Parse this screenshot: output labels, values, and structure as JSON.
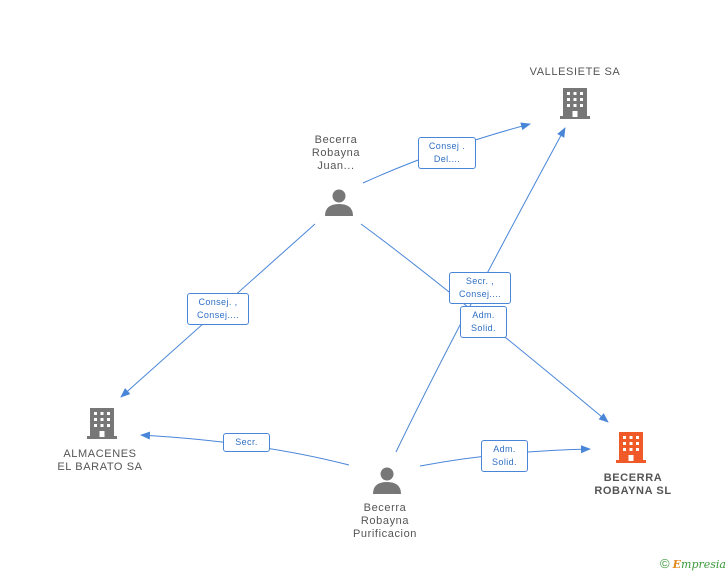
{
  "nodes": {
    "vallesiete": {
      "label": "VALLESIETE SA"
    },
    "juan": {
      "label": "Becerra\nRobayna\nJuan..."
    },
    "almacenes": {
      "label": "ALMACENES\nEL BARATO SA"
    },
    "purificacion": {
      "label": "Becerra\nRobayna\nPurificacion"
    },
    "becerra_sl": {
      "label": "BECERRA\nROBAYNA SL"
    }
  },
  "edges": {
    "juan_vallesiete": "Consej .\nDel....",
    "juan_almacenes": "Consej. ,\nConsej....",
    "juan_becerra": "Secr. ,\nConsej....",
    "pur_vallesiete": "Adm.\nSolid.",
    "pur_almacenes": "Secr.",
    "pur_becerra": "Adm.\nSolid."
  },
  "colors": {
    "edge": "#4a86d8",
    "icon": "#777777",
    "focus_icon": "#f05a28"
  },
  "footer": {
    "copyright": "©",
    "brand_first": "E",
    "brand_rest": "mpresia"
  }
}
